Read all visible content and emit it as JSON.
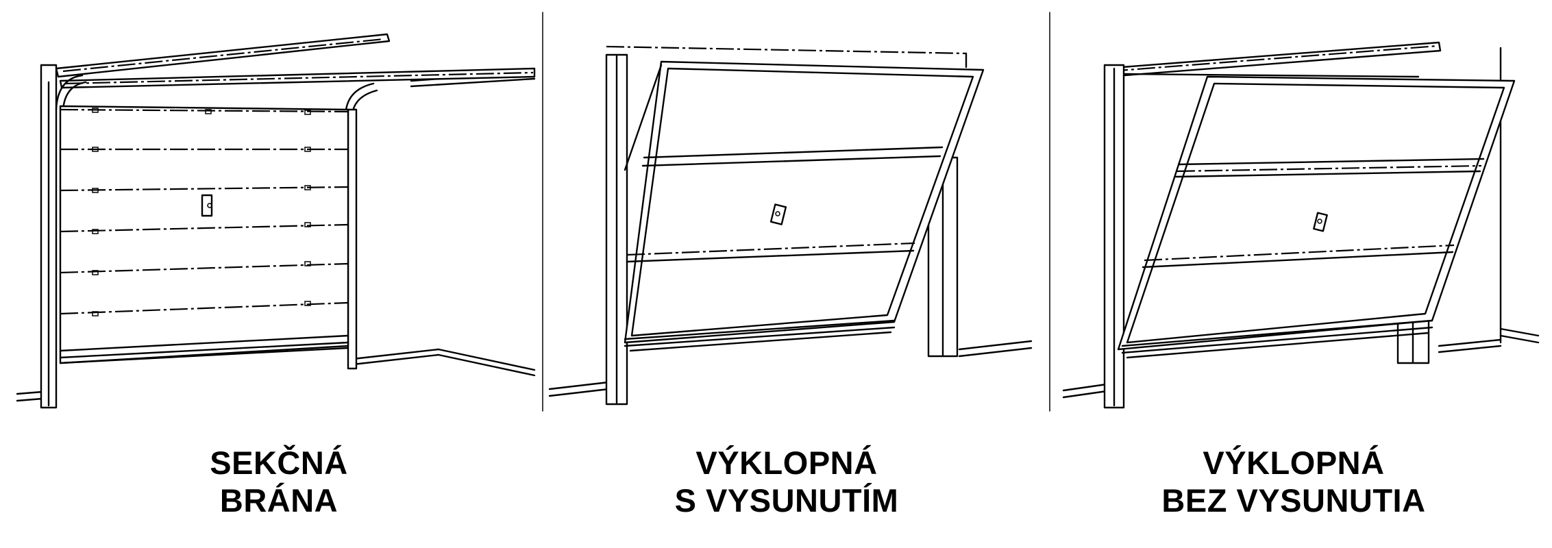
{
  "panels": [
    {
      "line1": "SEKČNÁ",
      "line2": "BRÁNA"
    },
    {
      "line1": "VÝKLOPNÁ",
      "line2": "S VYSUNUTÍM"
    },
    {
      "line1": "VÝKLOPNÁ",
      "line2": "BEZ VYSUNUTIA"
    }
  ],
  "icons": [
    "sectional-door-icon",
    "tilt-door-with-extension-icon",
    "tilt-door-without-extension-icon"
  ]
}
